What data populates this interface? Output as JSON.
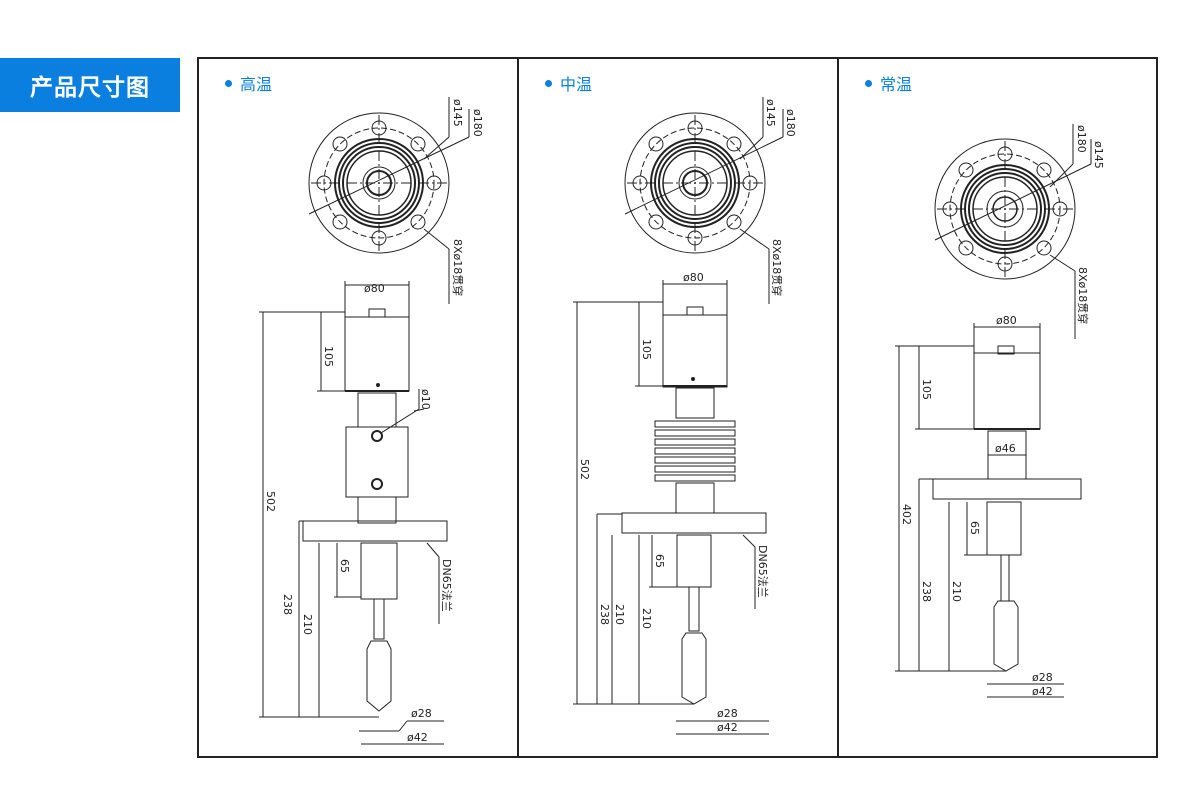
{
  "page": {
    "title": "产品尺寸图"
  },
  "colors": {
    "accent": "#0a7fe0",
    "line": "#222222"
  },
  "panels": [
    {
      "label": "高温",
      "top_view": {
        "d_outer": "ø180",
        "d_bolt": "ø145",
        "holes": "8Xø18贯穿"
      },
      "side": {
        "head_d": "ø80",
        "head_h": "105",
        "port_d": "ø10",
        "total": "502",
        "flange_to_tip": "238",
        "below_flange": "210",
        "stem": "65",
        "flange": "DN65法兰",
        "float_d": "ø28",
        "tube_d": "ø42"
      }
    },
    {
      "label": "中温",
      "top_view": {
        "d_outer": "ø180",
        "d_bolt": "ø145",
        "holes": "8Xø18贯穿"
      },
      "side": {
        "head_d": "ø80",
        "head_h": "105",
        "total": "502",
        "flange_to_tip": "238",
        "below_flange": "210",
        "below_flange_2": "210",
        "stem": "65",
        "flange": "DN65法兰",
        "float_d": "ø28",
        "tube_d": "ø42"
      }
    },
    {
      "label": "常温",
      "top_view": {
        "d_outer": "ø180",
        "d_bolt": "ø145",
        "holes": "8Xø18贯穿"
      },
      "side": {
        "head_d": "ø80",
        "head_h": "105",
        "neck_d": "ø46",
        "total": "402",
        "flange_to_tip": "238",
        "below_flange": "210",
        "stem": "65",
        "float_d": "ø28",
        "tube_d": "ø42"
      }
    }
  ]
}
